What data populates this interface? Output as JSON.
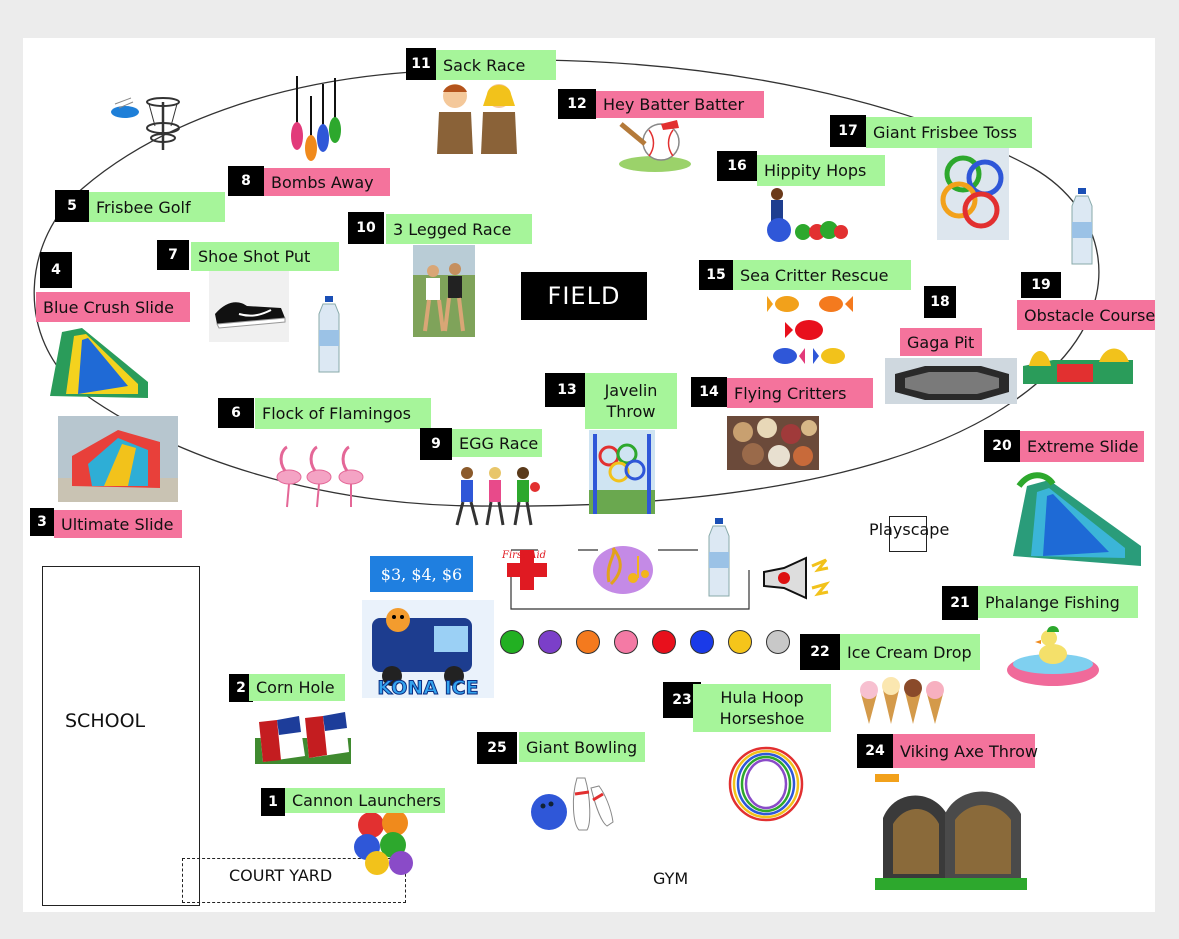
{
  "map": {
    "field_label": "FIELD",
    "school_label": "SCHOOL",
    "courtyard_label": "COURT YARD",
    "gym_label": "GYM",
    "playscape_label": "Playscape",
    "prices_label": "$3, $4, $6",
    "kona_label": "KONA ICE",
    "first_aid_label": "First Aid"
  },
  "stations": [
    {
      "num": "1",
      "label": "Cannon Launchers",
      "color": "green",
      "icon": "ball-launchers-icon"
    },
    {
      "num": "2",
      "label": "Corn Hole",
      "color": "green",
      "icon": "corn-hole-board-icon"
    },
    {
      "num": "3",
      "label": "Ultimate Slide",
      "color": "pink",
      "icon": "inflatable-slide-icon"
    },
    {
      "num": "4",
      "label": "Blue Crush Slide",
      "color": "pink",
      "icon": "inflatable-slide-icon"
    },
    {
      "num": "5",
      "label": "Frisbee Golf",
      "color": "green",
      "icon": "disc-golf-basket-icon"
    },
    {
      "num": "6",
      "label": "Flock of Flamingos",
      "color": "green",
      "icon": "flamingo-icon"
    },
    {
      "num": "7",
      "label": "Shoe Shot Put",
      "color": "green",
      "icon": "sneaker-icon"
    },
    {
      "num": "8",
      "label": "Bombs Away",
      "color": "pink",
      "icon": "rockets-icon"
    },
    {
      "num": "9",
      "label": "EGG Race",
      "color": "green",
      "icon": "kids-running-icon"
    },
    {
      "num": "10",
      "label": "3 Legged Race",
      "color": "green",
      "icon": "three-legged-race-photo-icon"
    },
    {
      "num": "11",
      "label": "Sack Race",
      "color": "green",
      "icon": "sack-race-kids-icon"
    },
    {
      "num": "12",
      "label": "Hey Batter Batter",
      "color": "pink",
      "icon": "baseball-batter-icon"
    },
    {
      "num": "13",
      "label": "Javelin Throw",
      "color": "green",
      "icon": "ring-target-icon"
    },
    {
      "num": "14",
      "label": "Flying Critters",
      "color": "pink",
      "icon": "plush-critters-icon"
    },
    {
      "num": "15",
      "label": "Sea Critter Rescue",
      "color": "green",
      "icon": "fish-toys-icon"
    },
    {
      "num": "16",
      "label": "Hippity Hops",
      "color": "green",
      "icon": "hop-balls-icon"
    },
    {
      "num": "17",
      "label": "Giant Frisbee Toss",
      "color": "green",
      "icon": "ring-frisbees-icon"
    },
    {
      "num": "18",
      "label": "Gaga Pit",
      "color": "pink",
      "icon": "gaga-pit-icon"
    },
    {
      "num": "19",
      "label": "Obstacle Course",
      "color": "pink",
      "icon": "obstacle-course-icon"
    },
    {
      "num": "20",
      "label": "Extreme Slide",
      "color": "pink",
      "icon": "water-slide-icon"
    },
    {
      "num": "21",
      "label": "Phalange Fishing",
      "color": "green",
      "icon": "duck-pool-icon"
    },
    {
      "num": "22",
      "label": "Ice Cream Drop",
      "color": "green",
      "icon": "ice-cream-cones-icon"
    },
    {
      "num": "23",
      "label": "Hula Hoop Horseshoe",
      "color": "green",
      "icon": "hula-hoops-icon"
    },
    {
      "num": "24",
      "label": "Viking Axe Throw",
      "color": "pink",
      "icon": "axe-throw-inflatable-icon"
    },
    {
      "num": "25",
      "label": "Giant Bowling",
      "color": "green",
      "icon": "bowling-icon"
    }
  ],
  "kona_dot_colors": [
    "#22b022",
    "#7b3fc9",
    "#f47a1e",
    "#f47aa5",
    "#e8101c",
    "#1a3ae8",
    "#f5c51a",
    "#c8c8c8"
  ],
  "colors": {
    "green_label": "#a6f59a",
    "pink_label": "#f4739c",
    "price_box": "#1f7fe0"
  }
}
